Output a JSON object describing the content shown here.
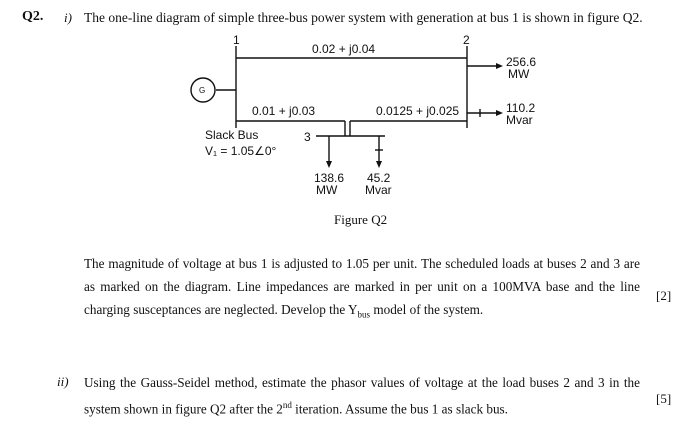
{
  "question": {
    "number": "Q2.",
    "part_i": {
      "label": "i)",
      "intro": "The one-line diagram of simple three-bus power system with generation at bus 1 is shown in figure Q2.",
      "paragraph": {
        "before_sub": "The magnitude of voltage at bus 1 is adjusted to 1.05 per unit. The scheduled loads at buses 2 and 3 are as marked on the diagram. Line impedances are marked in per unit on a 100MVA base and the line charging susceptances are neglected. Develop the Y",
        "sub": "bus",
        "after_sub": " model of the system."
      },
      "marks": "[2]"
    },
    "part_ii": {
      "label": "ii)",
      "paragraph": {
        "before_sup": "Using the Gauss-Seidel method, estimate the phasor values of voltage at the load buses 2 and 3 in the system shown in figure Q2 after the 2",
        "sup": "nd",
        "after_sup": " iteration. Assume the bus 1 as slack bus."
      },
      "marks": "[5]"
    }
  },
  "figure": {
    "caption": "Figure Q2",
    "bus1_label": "1",
    "bus2_label": "2",
    "bus3_label": "3",
    "generator_label": "G",
    "line_12": "0.02 + j0.04",
    "line_13": "0.01 + j0.03",
    "line_23": "0.0125 + j0.025",
    "slack_label": "Slack Bus",
    "slack_voltage": "V₁ = 1.05∠0°",
    "bus2_load_mw": "256.6",
    "bus2_load_mw_unit": "MW",
    "bus2_load_mvar": "110.2",
    "bus2_load_mvar_unit": "Mvar",
    "bus3_load_mw": "138.6",
    "bus3_load_mw_unit": "MW",
    "bus3_load_mvar": "45.2",
    "bus3_load_mvar_unit": "Mvar"
  }
}
